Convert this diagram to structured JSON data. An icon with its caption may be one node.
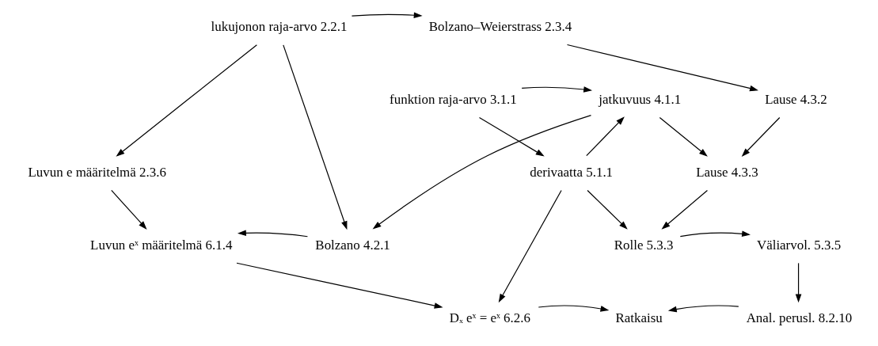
{
  "diagram": {
    "nodes": [
      {
        "text": [
          "lukujonon raja-arvo 2.2.1"
        ]
      },
      {
        "text": [
          "Bolzano–Weierstrass 2.3.4"
        ]
      },
      {
        "text": [
          "funktion raja-arvo 3.1.1"
        ]
      },
      {
        "text": [
          "jatkuvuus 4.1.1"
        ]
      },
      {
        "text": [
          "Lause 4.3.2"
        ]
      },
      {
        "text": [
          "Luvun e määritelmä 2.3.6"
        ]
      },
      {
        "text": [
          "derivaatta 5.1.1"
        ]
      },
      {
        "text": [
          "Lause 4.3.3"
        ]
      },
      {
        "text": [
          "Luvun eˣ määritelmä 6.1.4"
        ]
      },
      {
        "text": [
          "Bolzano 4.2.1"
        ]
      },
      {
        "text": [
          "Rolle 5.3.3"
        ]
      },
      {
        "text": [
          "Väliarvol. 5.3.5"
        ]
      },
      {
        "text": [
          "Dₓ eˣ = eˣ 6.2.6"
        ]
      },
      {
        "text": [
          "Ratkaisu"
        ]
      },
      {
        "text": [
          "Anal. perusl. 8.2.10"
        ]
      }
    ],
    "edges": [
      {
        "from": 0,
        "to": 1,
        "arrow": "to"
      },
      {
        "from": 1,
        "to": 4,
        "arrow": "to"
      },
      {
        "from": 0,
        "to": 5,
        "arrow": "to"
      },
      {
        "from": 0,
        "to": 9,
        "arrow": "to"
      },
      {
        "from": 2,
        "to": 3,
        "arrow": "to"
      },
      {
        "from": 2,
        "to": 6,
        "arrow": "to"
      },
      {
        "from": 3,
        "to": 9,
        "arrow": "to"
      },
      {
        "from": 3,
        "to": 7,
        "arrow": "to"
      },
      {
        "from": 4,
        "to": 7,
        "arrow": "to"
      },
      {
        "from": 6,
        "to": 3,
        "arrow": "to"
      },
      {
        "from": 6,
        "to": 10,
        "arrow": "to"
      },
      {
        "from": 6,
        "to": 12,
        "arrow": "to"
      },
      {
        "from": 7,
        "to": 10,
        "arrow": "to"
      },
      {
        "from": 5,
        "to": 8,
        "arrow": "to"
      },
      {
        "from": 9,
        "to": 8,
        "arrow": "to"
      },
      {
        "from": 8,
        "to": 12,
        "arrow": "to"
      },
      {
        "from": 10,
        "to": 11,
        "arrow": "to"
      },
      {
        "from": 11,
        "to": 14,
        "arrow": "to"
      },
      {
        "from": 12,
        "to": 13,
        "arrow": "to"
      },
      {
        "from": 14,
        "to": 13,
        "arrow": "to"
      }
    ]
  }
}
